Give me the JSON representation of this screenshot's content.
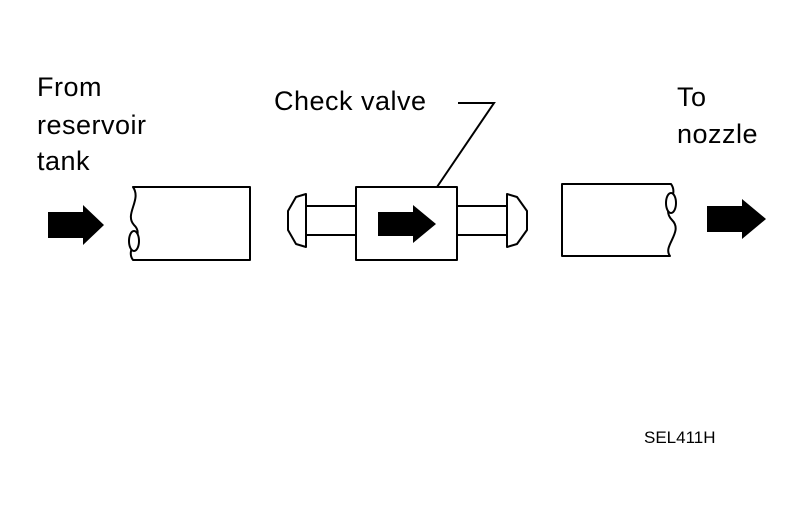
{
  "labels": {
    "inlet_line1": "From",
    "inlet_line2": "reservoir",
    "inlet_line3": "tank",
    "valve": "Check valve",
    "outlet_line1": "To",
    "outlet_line2": "nozzle"
  },
  "figure_code": "SEL411H",
  "colors": {
    "ink": "#000000",
    "paper": "#ffffff"
  }
}
